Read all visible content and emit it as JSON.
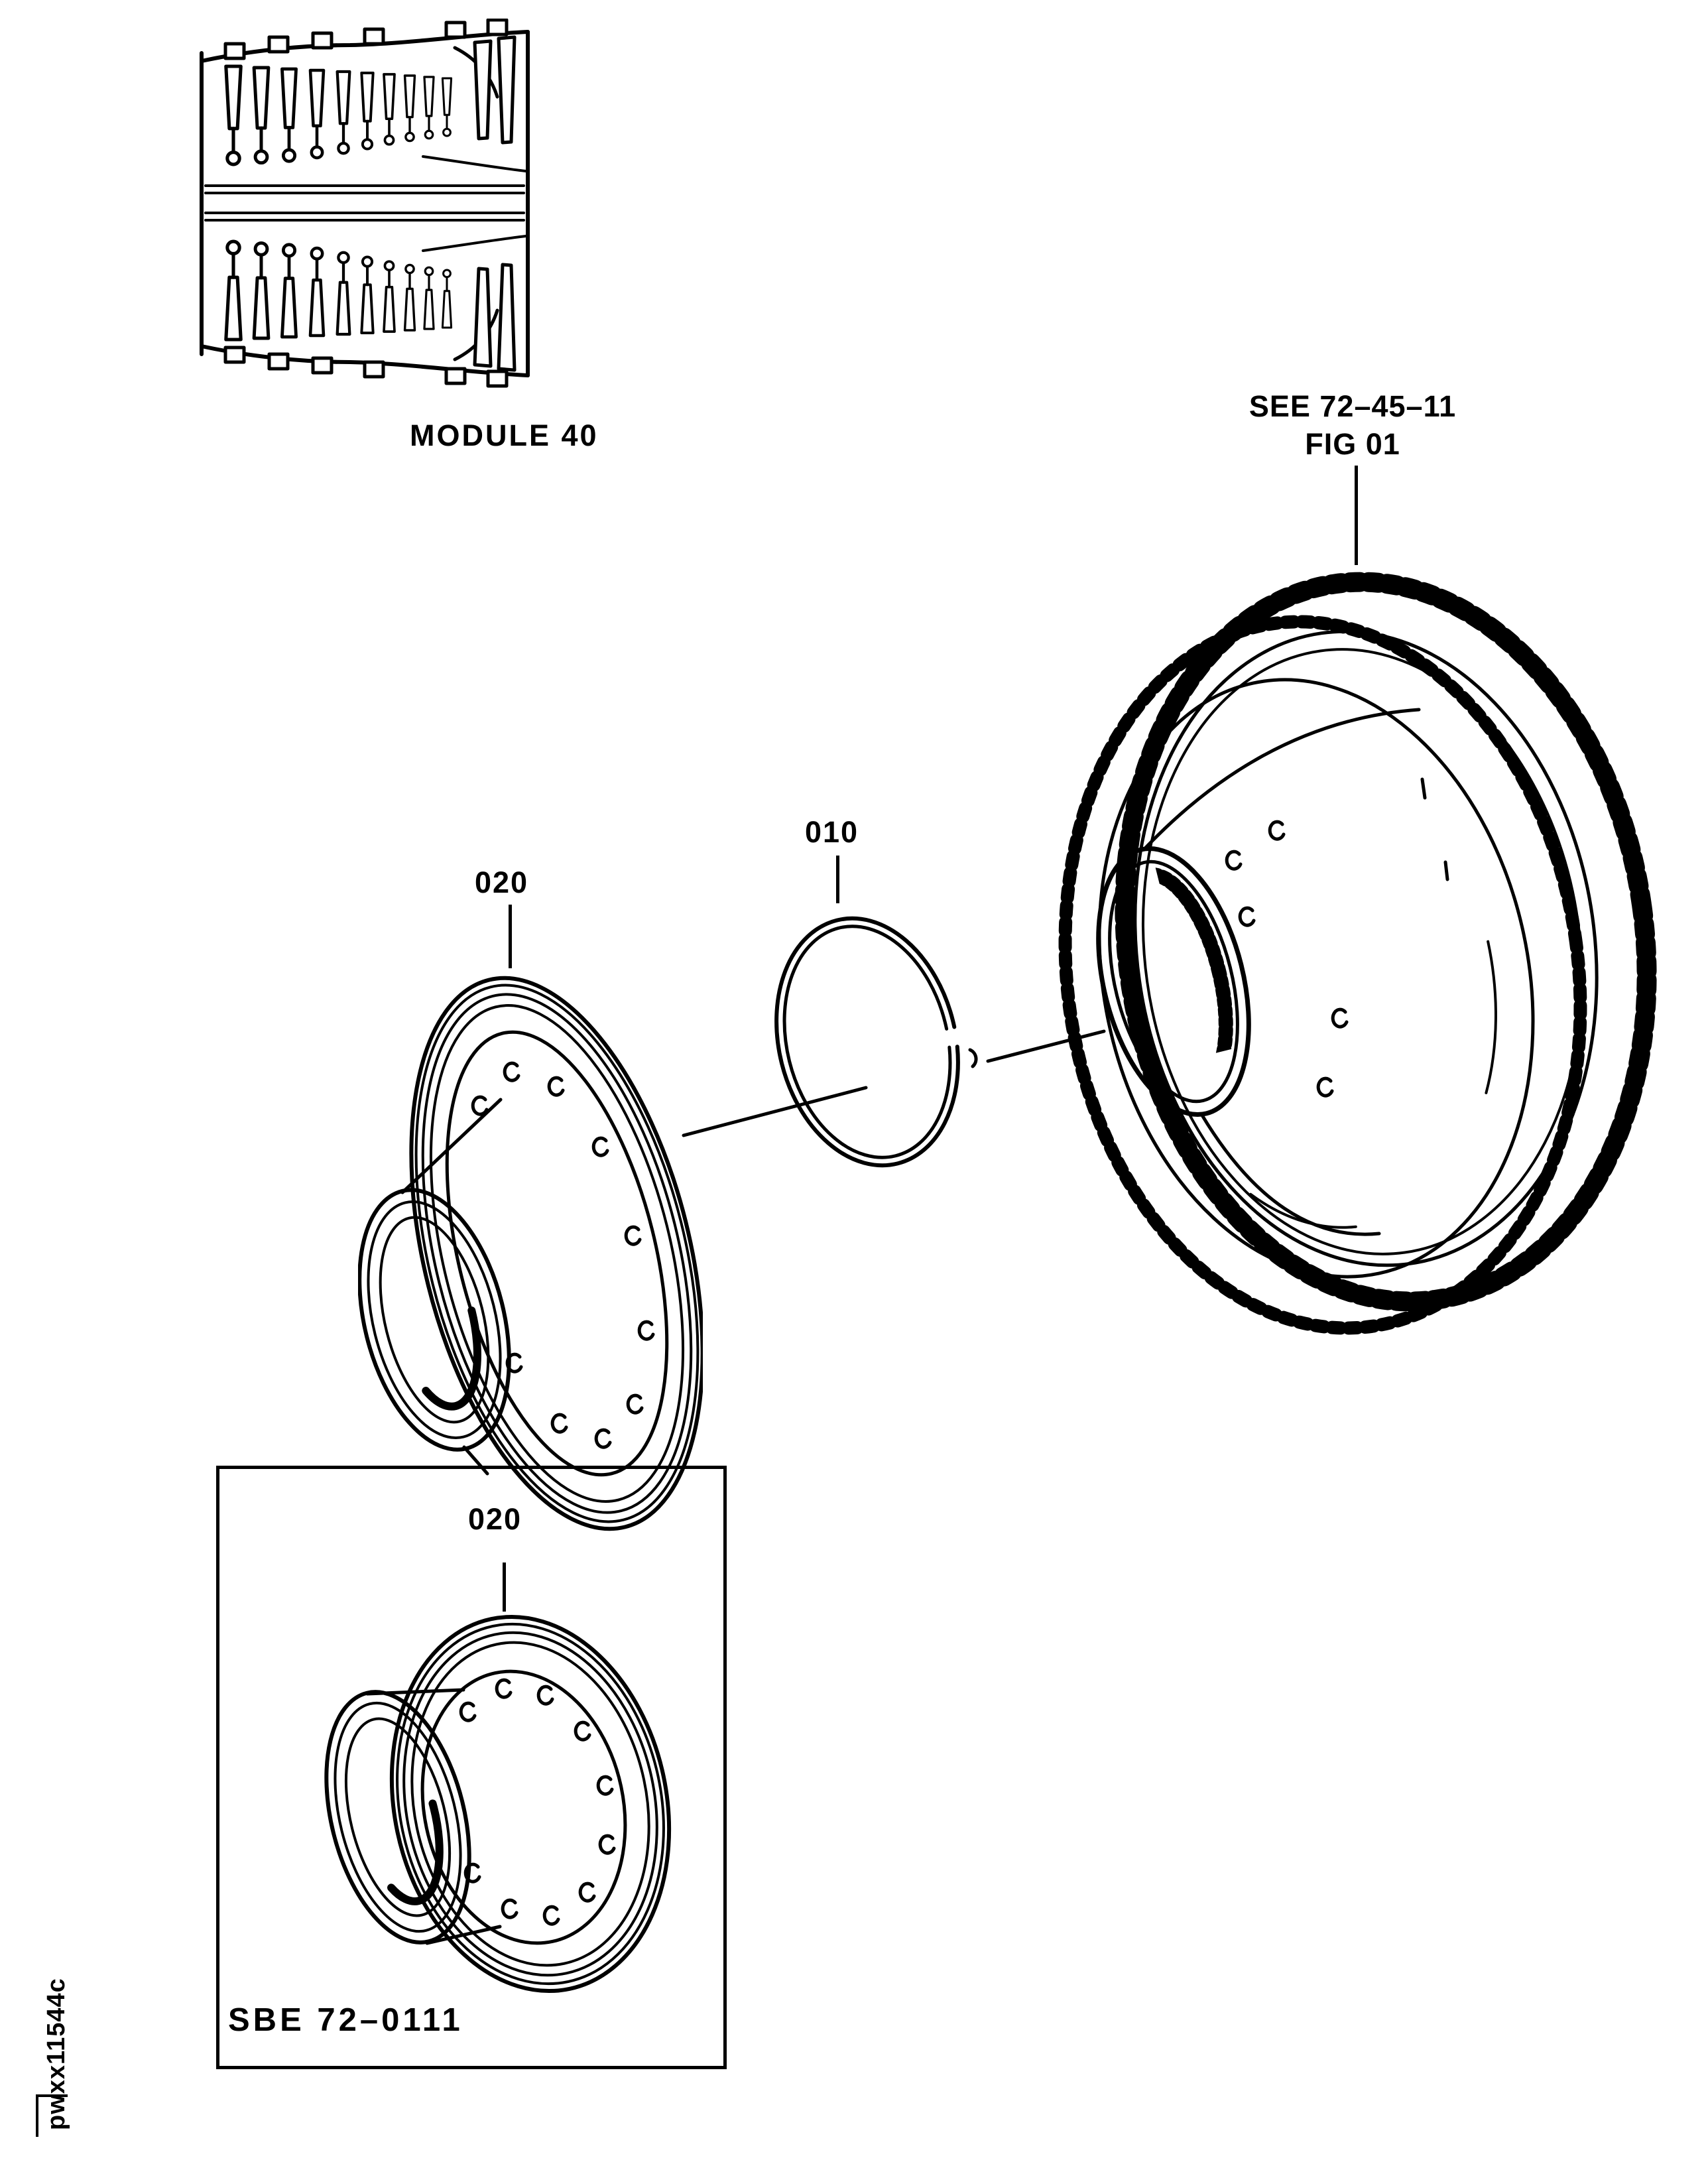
{
  "page": {
    "background": "#ffffff",
    "ink": "#000000"
  },
  "engine_module": {
    "caption": "MODULE 40"
  },
  "gear_reference": {
    "line1": "SEE 72–45–11",
    "line2": "FIG 01"
  },
  "part_labels": {
    "retaining_ring": "010",
    "hub": "020"
  },
  "inset": {
    "hub_label": "020",
    "figure_code": "SBE 72–0111"
  },
  "plate_code": "pwxx11544c"
}
